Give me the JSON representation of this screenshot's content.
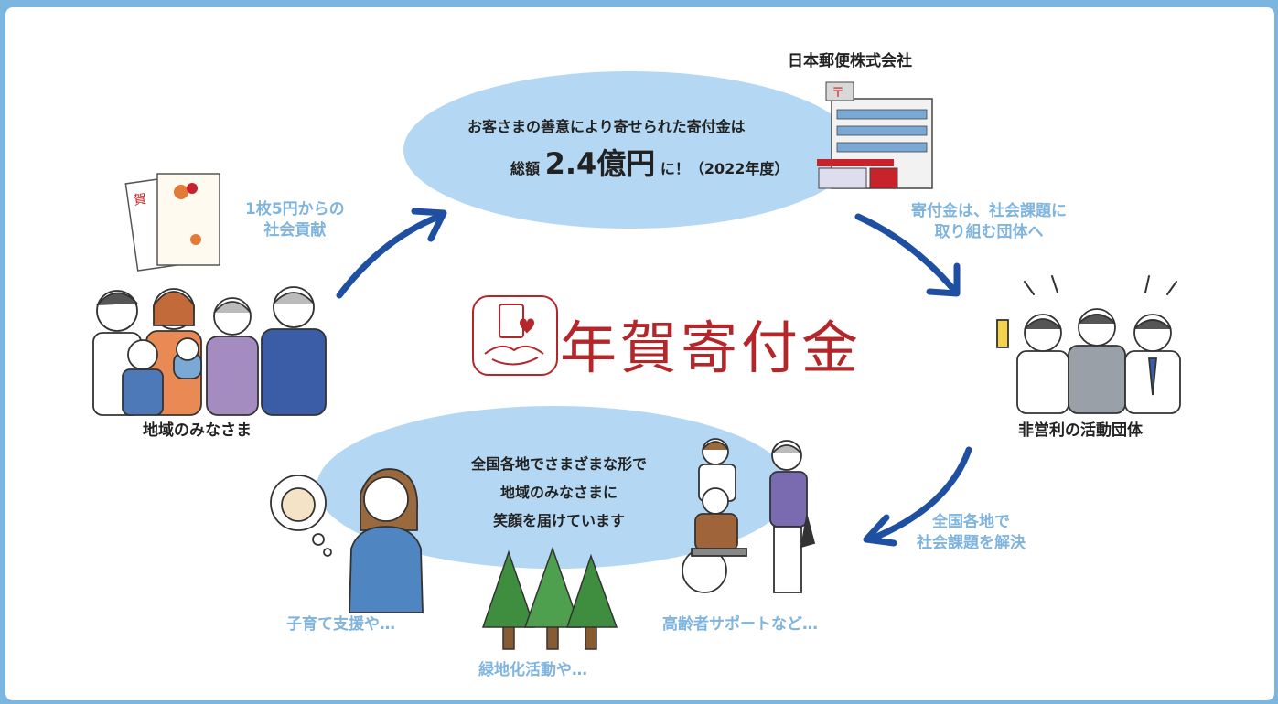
{
  "company": "日本郵便株式会社",
  "top_message": {
    "line1": "お客さまの善意により寄せられた寄付金は",
    "prefix": "総額",
    "amount": "2.4億円",
    "suffix": "に！（2022年度）"
  },
  "community_label": "地域のみなさま",
  "nonprofit_label": "非営利の活動団体",
  "arrow_labels": {
    "left": [
      "1枚5円からの",
      "社会貢献"
    ],
    "right": [
      "寄付金は、社会課題に",
      "取り組む団体へ"
    ],
    "bottom_right": [
      "全国各地で",
      "社会課題を解決"
    ]
  },
  "center_logo": {
    "text": "年賀寄付金",
    "color": "#b5262b"
  },
  "bottom_message": [
    "全国各地でさまざまな形で",
    "地域のみなさまに",
    "笑顔を届けています"
  ],
  "activities": {
    "child": "子育て支援や…",
    "green": "緑地化活動や…",
    "elderly": "高齢者サポートなど…"
  },
  "colors": {
    "ellipse": "#b4d8f3",
    "arrow": "#1f4fa0",
    "sub_text": "#7fb4de",
    "border": "#7bb6e0"
  }
}
